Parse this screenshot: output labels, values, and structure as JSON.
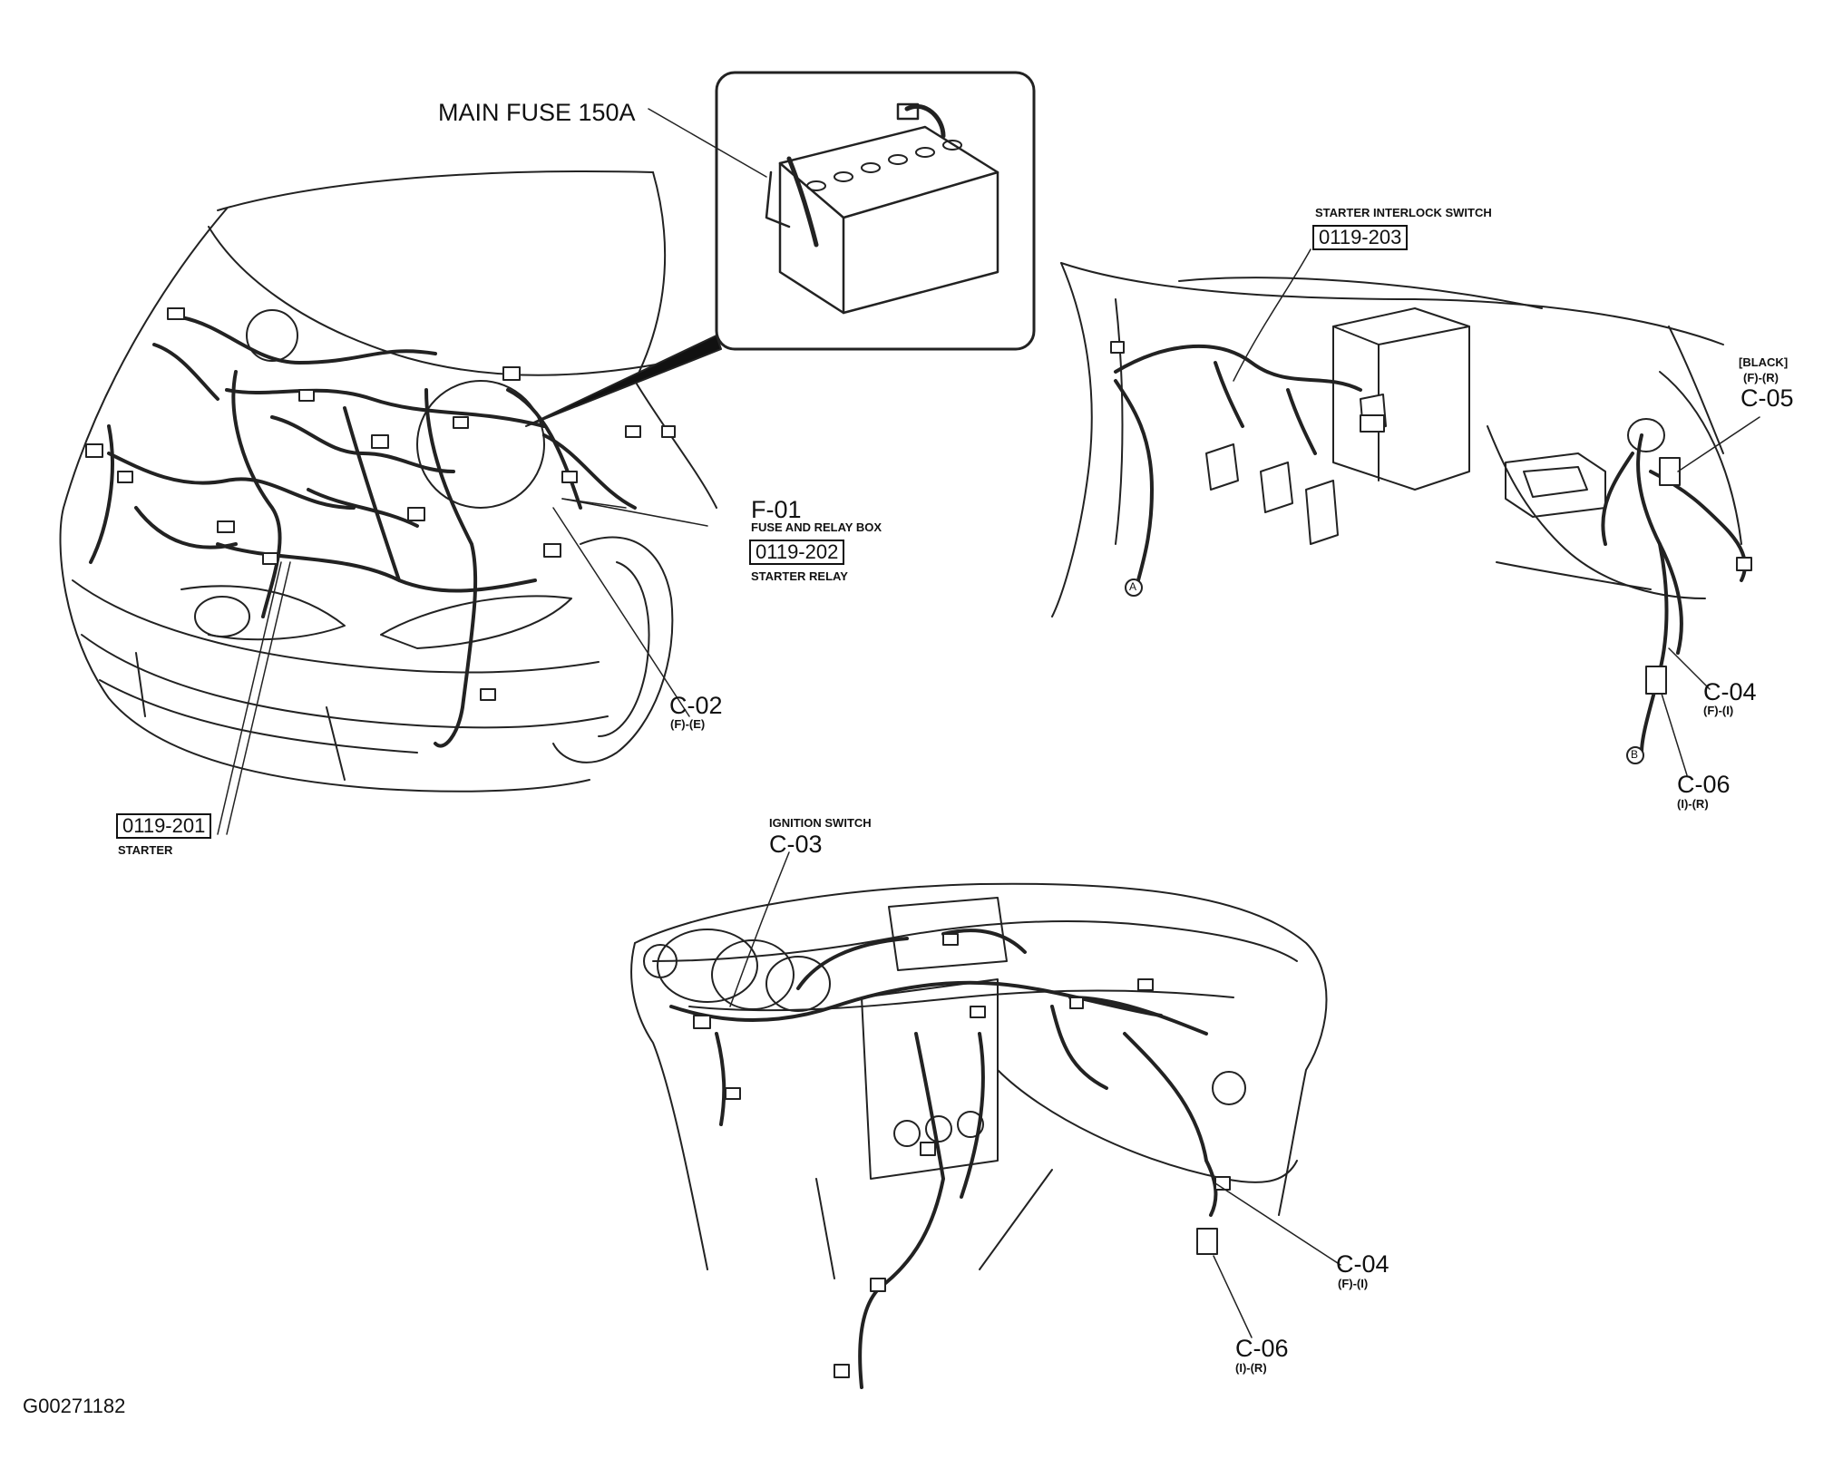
{
  "labels": {
    "main_fuse": "MAIN FUSE 150A",
    "starter_interlock_switch": "STARTER INTERLOCK SWITCH",
    "interlock_code": "0119-203",
    "black": "[BLACK]",
    "fr_c05": "(F)-(R)",
    "c05": "C-05",
    "f01": "F-01",
    "fuse_relay_box": "FUSE AND RELAY BOX",
    "relay_code": "0119-202",
    "starter_relay": "STARTER RELAY",
    "c02": "C-02",
    "fe_c02": "(F)-(E)",
    "starter_code": "0119-201",
    "starter": "STARTER",
    "c04_right": "C-04",
    "fi_right": "(F)-(I)",
    "c06_right": "C-06",
    "ir_right": "(I)-(R)",
    "ignition_switch": "IGNITION SWITCH",
    "c03": "C-03",
    "c04_bottom": "C-04",
    "fi_bottom": "(F)-(I)",
    "c06_bottom": "C-06",
    "ir_bottom": "(I)-(R)",
    "marker_a": "A",
    "marker_b": "B",
    "figure_id": "G00271182"
  }
}
